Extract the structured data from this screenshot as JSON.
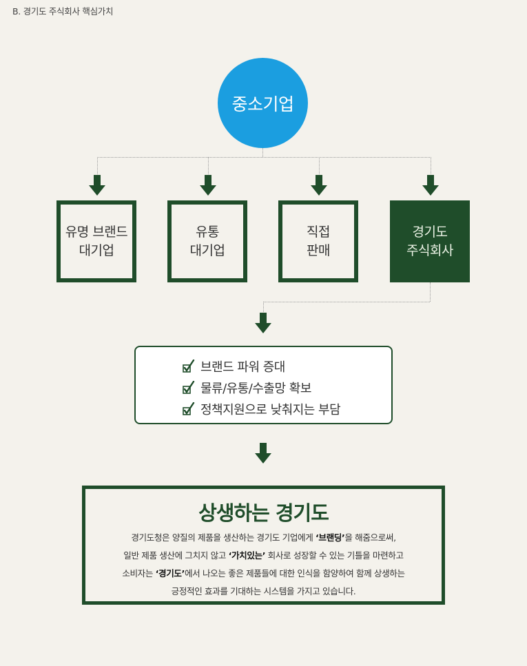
{
  "caption": "B. 경기도 주식회사 핵심가치",
  "source_node": {
    "label": "중소기업",
    "color": "#1b9ee0"
  },
  "channels": [
    {
      "line1": "유명 브랜드",
      "line2": "대기업",
      "highlighted": false
    },
    {
      "line1": "유통",
      "line2": "대기업",
      "highlighted": false
    },
    {
      "line1": "직접",
      "line2": "판매",
      "highlighted": false
    },
    {
      "line1": "경기도",
      "line2": "주식회사",
      "highlighted": true
    }
  ],
  "benefits": {
    "items": [
      "브랜드 파워 증대",
      "물류/유통/수출망 확보",
      "정책지원으로 낮춰지는 부담"
    ]
  },
  "summary": {
    "title": "상생하는 경기도",
    "line1_a": "경기도청은 양질의 제품을 생산하는 경기도 기업에게 ",
    "line1_bold": "‘브랜딩’",
    "line1_b": "을 해줌으로써,",
    "line2_a": "일반 제품 생산에 그치지 않고 ",
    "line2_bold": "‘가치있는’",
    "line2_b": " 회사로 성장할 수 있는 기틀을 마련하고",
    "line3_a": "소비자는 ",
    "line3_bold": "‘경기도’",
    "line3_b": "에서 나오는 좋은 제품들에 대한 인식을 함양하여 함께 상생하는",
    "line4": "긍정적인 효과를 기대하는 시스템을 가지고 있습니다."
  },
  "colors": {
    "dark_green": "#1f4d2a",
    "blue": "#1b9ee0",
    "background": "#f4f2ec"
  }
}
